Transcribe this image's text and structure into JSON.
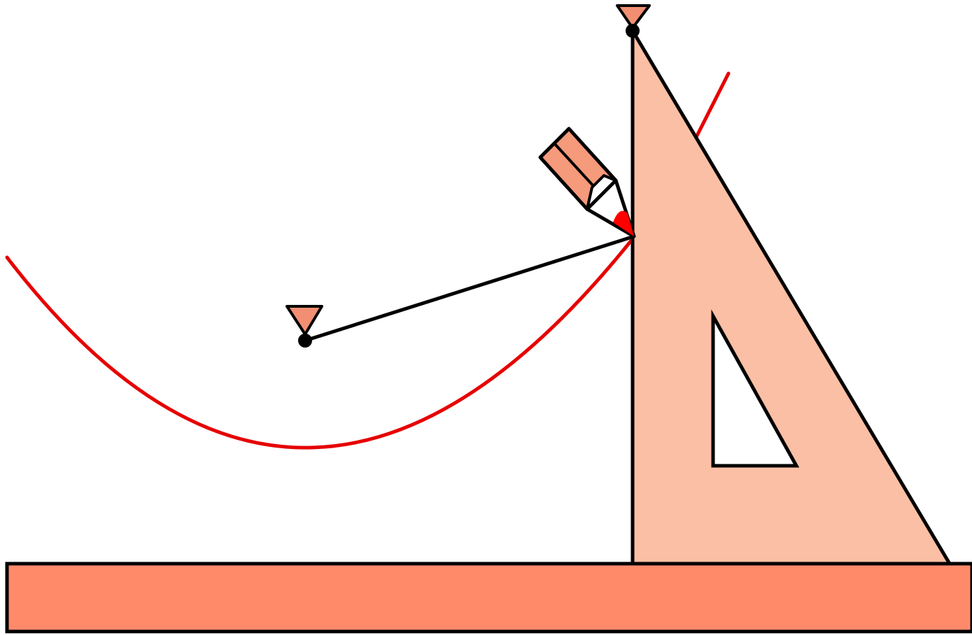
{
  "diagram": {
    "description_visible_text": "",
    "colors": {
      "background": "#ffffff",
      "ruler_fill": "#ff8a6a",
      "set_square_fill": "#fbbfa5",
      "pin_fill": "#f28f73",
      "pencil_body": "#f59a7b",
      "pencil_lead": "#ff0000",
      "curve": "#e60000",
      "outline": "#000000"
    },
    "elements": {
      "ruler": "ruler",
      "set_square": "set-square",
      "pencil": "pencil-icon",
      "focus_pin": "pin-icon",
      "directrix_pin": "pin-icon",
      "parabola": "parabola-curve",
      "string": "string-line"
    }
  }
}
